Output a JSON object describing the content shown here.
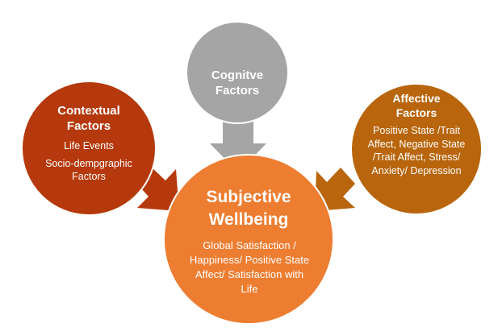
{
  "nodes": {
    "cognitive": {
      "title": "Cognitve Factors",
      "items": [],
      "color": "#a5a5a5"
    },
    "contextual": {
      "title": "Contextual Factors",
      "items": [
        "Life Events",
        "Socio-dempgraphic Factors"
      ],
      "color": "#b5390c"
    },
    "affective": {
      "title": "Affective Factors",
      "items": [
        "Positive State /Trait Affect, Negative State /Trait Affect, Stress/ Anxiety/ Depression"
      ],
      "color": "#b8650d"
    },
    "wellbeing": {
      "title": "Subjective Wellbeing",
      "items": [
        "Global Satisfaction / Happiness/ Positive State Affect/ Satisfaction with Life"
      ],
      "color": "#ed7d31"
    }
  }
}
